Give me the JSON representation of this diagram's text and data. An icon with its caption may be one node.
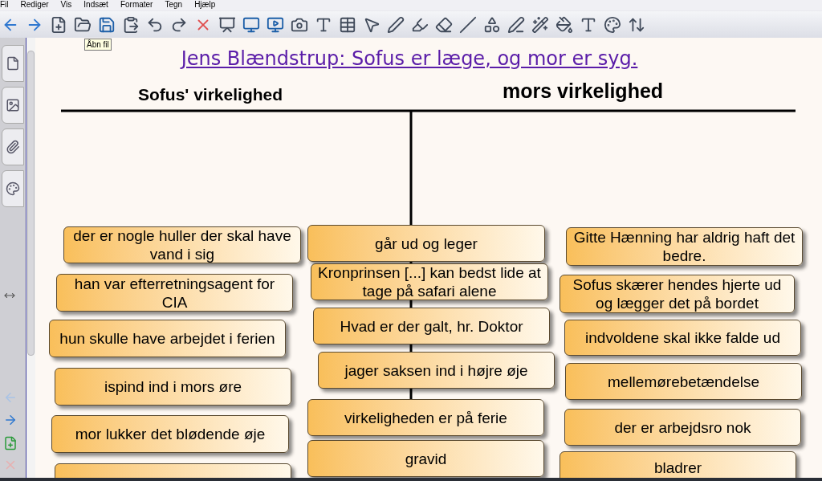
{
  "diagram": {
    "title": "Jens Blændstrup: Sofus er læge, og mor er syg.",
    "nodes": [
      {
        "text": [
          "der er nogle huller der skal have vand i sig"
        ]
      },
      {
        "text": [
          "han var efterretningsagent for CIA"
        ]
      },
      {
        "text": [
          "hun skulle have arbejdet i ferien"
        ]
      },
      {
        "text": [
          "ispind ind i mors øre"
        ]
      },
      {
        "text": [
          "mor lukker det blødende øje"
        ]
      },
      {
        "text": [],
        "shape": "box"
      },
      {
        "text": [
          "går ud og leger"
        ]
      },
      {
        "text": [
          "Kronprinsen [...] kan bedst lide at tage på safari alene"
        ]
      },
      {
        "text": [
          "Hvad er der galt, hr. Doktor"
        ]
      },
      {
        "text": [
          "jager saksen ind i højre øje"
        ]
      },
      {
        "text": [
          "virkeligheden er på ferie"
        ]
      },
      {
        "text": [
          "gravid"
        ]
      },
      {
        "text": [
          "Gitte Hænning har aldrig haft det bedre."
        ]
      },
      {
        "text": [
          "Sofus skærer hendes hjerte ud og lægger det på bordet"
        ]
      },
      {
        "text": [
          "indvoldene skal ikke falde ud"
        ]
      },
      {
        "text": [
          "mellemørebetændelse"
        ]
      },
      {
        "text": [
          "der er arbejdsro nok"
        ]
      },
      {
        "text": [
          "bladrer"
        ]
      }
    ],
    "labels": [
      "Fil",
      "Rediger",
      "Vis",
      "Indsæt",
      "Formater",
      "Tegn",
      "Hjælp",
      "Åbn fil",
      "Sofus' virkelighed",
      "mors virkelighed"
    ]
  }
}
